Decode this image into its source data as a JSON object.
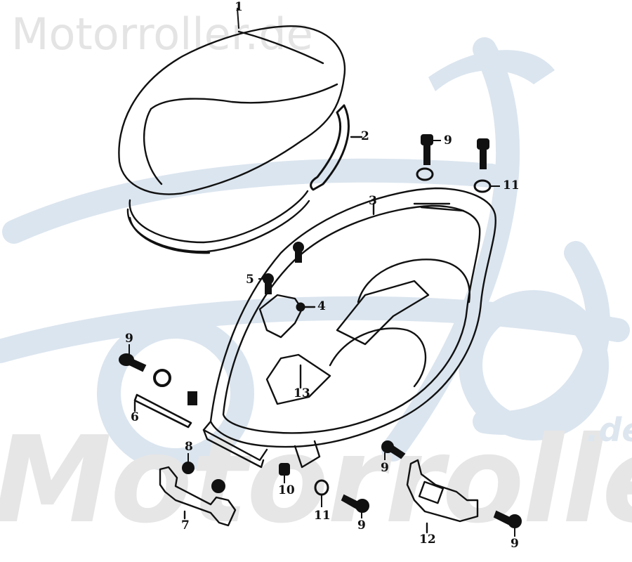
{
  "diagram": {
    "title": "Seat and storage compartment exploded view",
    "watermarks": {
      "top": "Motorroller.de",
      "bottom": "Motorroller",
      "bottom_suffix": ".de"
    },
    "colors": {
      "line": "#111111",
      "watermark_gray": "#e4e4e4",
      "watermark_blue": "#dbe5ef"
    },
    "parts": [
      {
        "id": "seat",
        "label": "1"
      },
      {
        "id": "seat-trim-strip",
        "label": "2"
      },
      {
        "id": "storage-compartment",
        "label": "3"
      },
      {
        "id": "cover-plate",
        "label": "4"
      },
      {
        "id": "screw-5",
        "label": "5"
      },
      {
        "id": "hinge-bolt",
        "label": "6"
      },
      {
        "id": "bracket-7",
        "label": "7"
      },
      {
        "id": "nut-8",
        "label": "8"
      },
      {
        "id": "bolt-9-top",
        "label": "9"
      },
      {
        "id": "bolt-9-left",
        "label": "9"
      },
      {
        "id": "bolt-9-mid",
        "label": "9"
      },
      {
        "id": "bolt-9-bottom",
        "label": "9"
      },
      {
        "id": "bolt-9-right",
        "label": "9"
      },
      {
        "id": "clip-10",
        "label": "10"
      },
      {
        "id": "washer-11-top",
        "label": "11"
      },
      {
        "id": "washer-11-bottom",
        "label": "11"
      },
      {
        "id": "bracket-12",
        "label": "12"
      },
      {
        "id": "clip-13",
        "label": "13"
      }
    ]
  }
}
